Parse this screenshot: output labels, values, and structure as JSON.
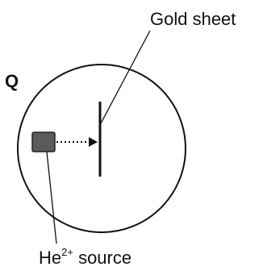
{
  "diagram": {
    "chamber_label": "Q",
    "gold_label": "Gold sheet",
    "source_label": {
      "base": "He",
      "superscript": "2+",
      "suffix": " source"
    },
    "colors": {
      "line": "#111111",
      "source_fill": "#5a5a5a"
    }
  }
}
